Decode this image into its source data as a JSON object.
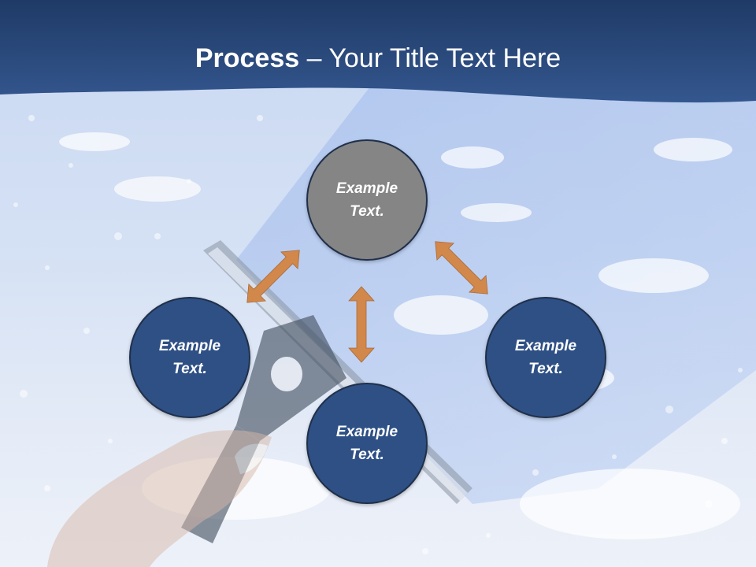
{
  "title": {
    "bold": "Process",
    "rest": " – Your Title Text Here"
  },
  "nodes": {
    "top": "Example Text.",
    "left": "Example Text.",
    "right": "Example Text.",
    "bottom": "Example Text."
  },
  "colors": {
    "header": "#2e5085",
    "circle_blue": "#2e5085",
    "circle_gray": "#858585",
    "arrow": "#d2874b"
  }
}
